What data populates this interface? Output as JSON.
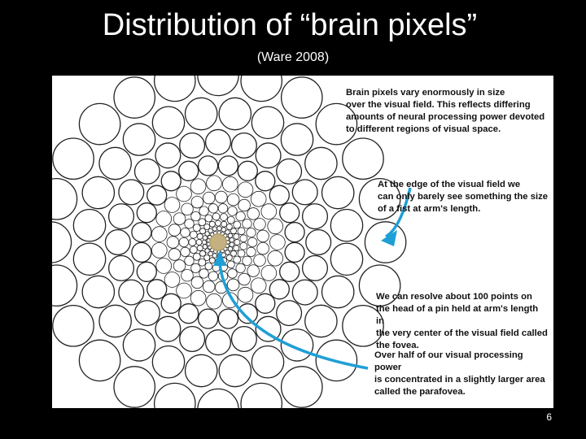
{
  "slide": {
    "title": "Distribution of “brain pixels”",
    "subtitle": "(Ware 2008)",
    "page_number": "6"
  },
  "figure": {
    "notes": [
      "Brain pixels vary enormously in size\nover the visual field. This reflects differing\namounts of neural processing power devoted\nto different regions of visual space.",
      "At the edge of the visual field we\ncan only  barely see something the size\nof a fist at  arm's length.",
      "We can resolve about 100 points on\nthe head of a pin held at arm's length in\nthe  very center of the visual field called\nthe  fovea.",
      "Over half of our visual processing power\nis concentrated in a slightly larger area\ncalled  the parafovea."
    ],
    "colors": {
      "arrow": "#1f9fd6",
      "fovea": "#b8a36a",
      "circle_stroke": "#222222"
    }
  }
}
